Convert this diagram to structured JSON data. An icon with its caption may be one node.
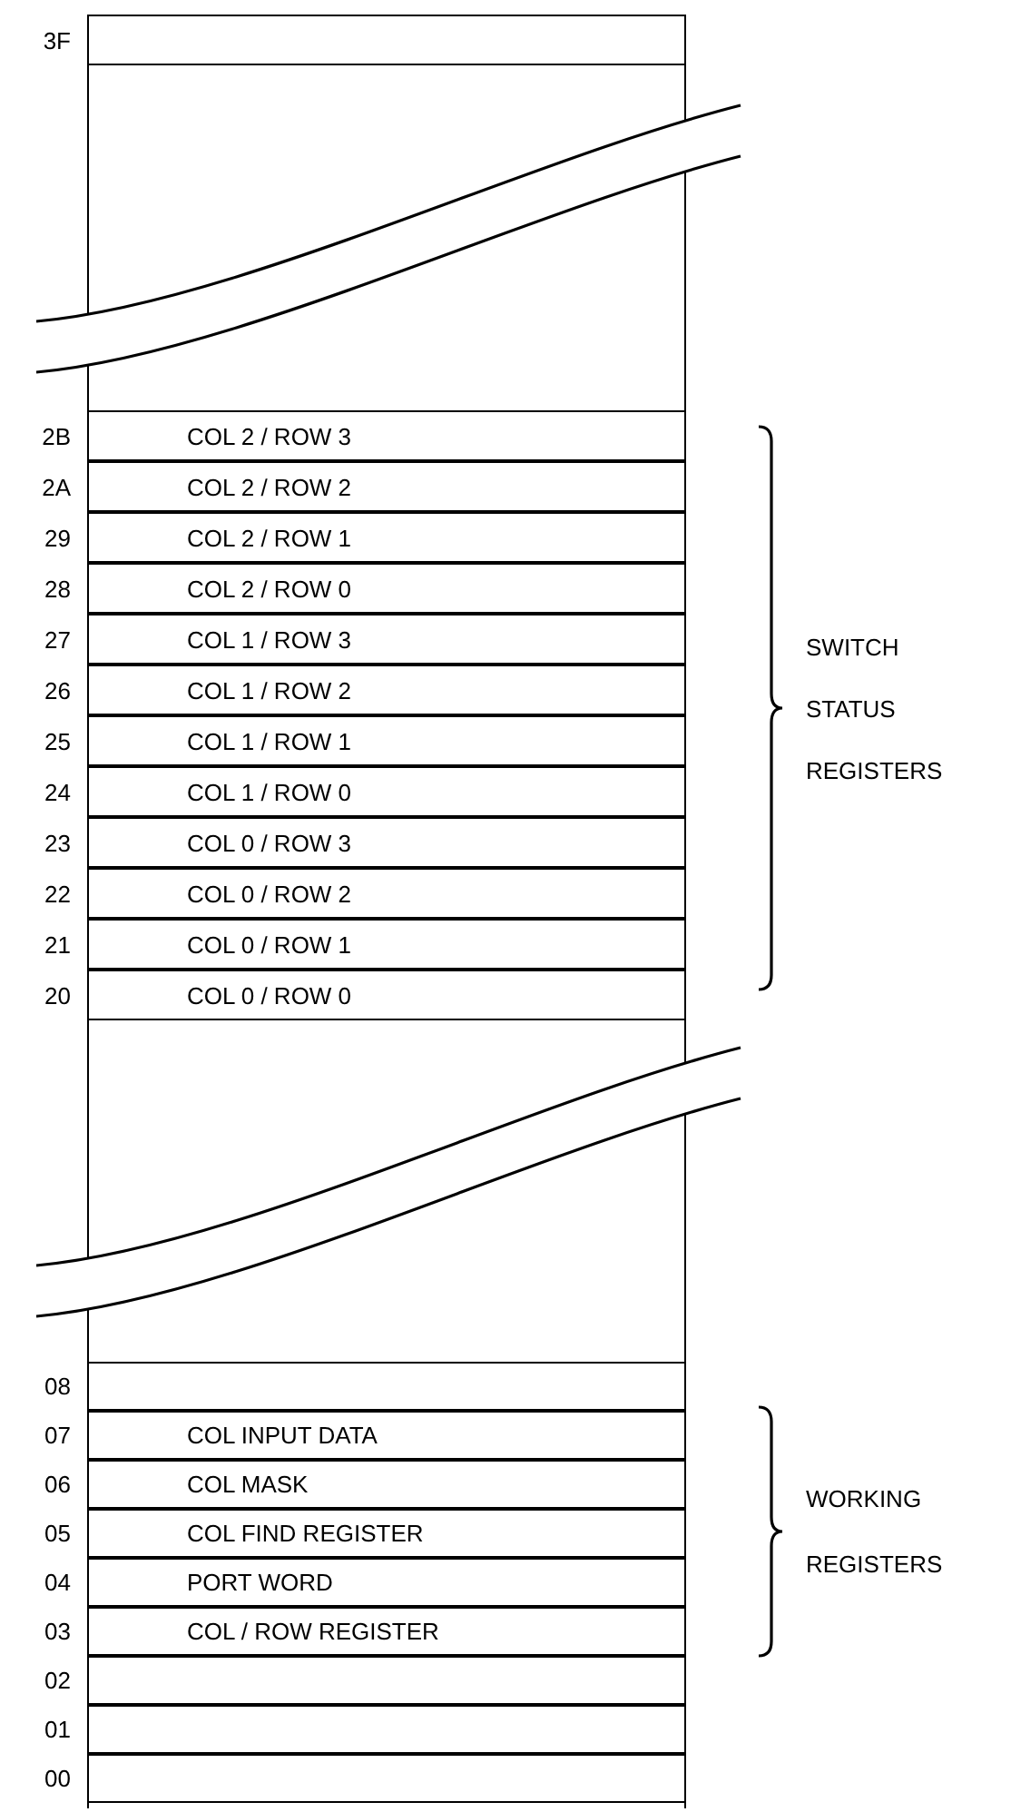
{
  "diagram": {
    "nodes": [
      {
        "text": [],
        "shape": "box"
      },
      {
        "text": [],
        "shape": "box",
        "in": 0,
        "beside": [
          "3F"
        ]
      },
      {
        "text": [
          "COL 2 / ROW 3"
        ],
        "in": 0,
        "beside": [
          "2B"
        ]
      },
      {
        "text": [
          "COL 2 / ROW 2"
        ],
        "in": 0,
        "beside": [
          "2A"
        ]
      },
      {
        "text": [
          "COL 2 / ROW 1"
        ],
        "in": 0,
        "beside": [
          "29"
        ]
      },
      {
        "text": [
          "COL 2 / ROW 0"
        ],
        "in": 0,
        "beside": [
          "28"
        ]
      },
      {
        "text": [
          "COL 1 / ROW 3"
        ],
        "in": 0,
        "beside": [
          "27"
        ]
      },
      {
        "text": [
          "COL 1 / ROW 2"
        ],
        "in": 0,
        "beside": [
          "26"
        ]
      },
      {
        "text": [
          "COL 1 / ROW 1"
        ],
        "in": 0,
        "beside": [
          "25"
        ]
      },
      {
        "text": [
          "COL 1 / ROW 0"
        ],
        "in": 0,
        "beside": [
          "24"
        ]
      },
      {
        "text": [
          "COL 0 / ROW 3"
        ],
        "in": 0,
        "beside": [
          "23"
        ]
      },
      {
        "text": [
          "COL 0 / ROW 2"
        ],
        "in": 0,
        "beside": [
          "22"
        ]
      },
      {
        "text": [
          "COL 0 / ROW 1"
        ],
        "in": 0,
        "beside": [
          "21"
        ]
      },
      {
        "text": [
          "COL 0 / ROW 0"
        ],
        "in": 0,
        "beside": [
          "20"
        ]
      },
      {
        "text": [],
        "shape": "box",
        "in": 0,
        "beside": [
          "08"
        ]
      },
      {
        "text": [
          "COL INPUT DATA"
        ],
        "in": 0,
        "beside": [
          "07"
        ]
      },
      {
        "text": [
          "COL MASK"
        ],
        "in": 0,
        "beside": [
          "06"
        ]
      },
      {
        "text": [
          "COL FIND REGISTER"
        ],
        "in": 0,
        "beside": [
          "05"
        ]
      },
      {
        "text": [
          "PORT WORD"
        ],
        "in": 0,
        "beside": [
          "04"
        ]
      },
      {
        "text": [
          "COL / ROW REGISTER"
        ],
        "in": 0,
        "beside": [
          "03"
        ]
      },
      {
        "text": [],
        "shape": "box",
        "in": 0,
        "beside": [
          "02"
        ]
      },
      {
        "text": [],
        "shape": "box",
        "in": 0,
        "beside": [
          "01"
        ]
      },
      {
        "text": [],
        "shape": "box",
        "in": 0,
        "beside": [
          "00"
        ]
      }
    ],
    "labels": [
      "SWITCH STATUS REGISTERS",
      "WORKING REGISTERS"
    ]
  }
}
